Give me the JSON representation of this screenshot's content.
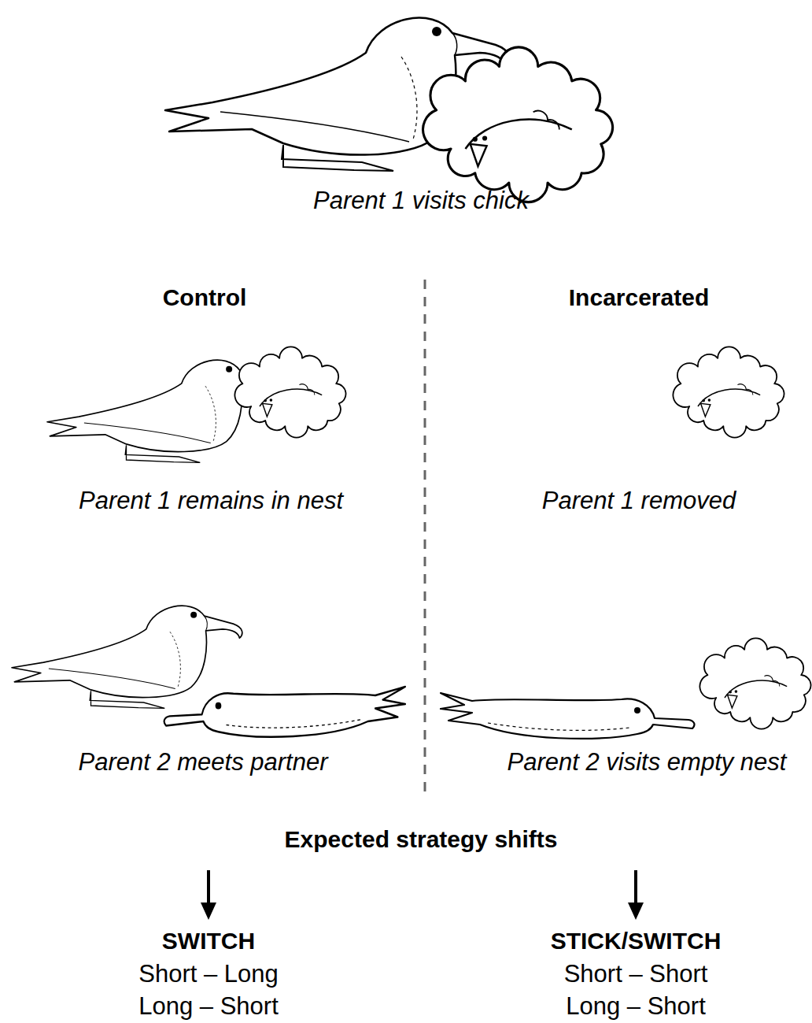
{
  "diagram": {
    "labels": [
      "Parent 1 visits chick",
      "Control",
      "Incarcerated",
      "Parent 1 remains in nest",
      "Parent 1 removed",
      "Parent 2 meets partner",
      "Parent 2 visits empty nest",
      "Expected strategy shifts",
      "SWITCH",
      "Short – Long",
      "Long – Short",
      "STICK/SWITCH",
      "Short – Short",
      "Long – Short"
    ]
  }
}
